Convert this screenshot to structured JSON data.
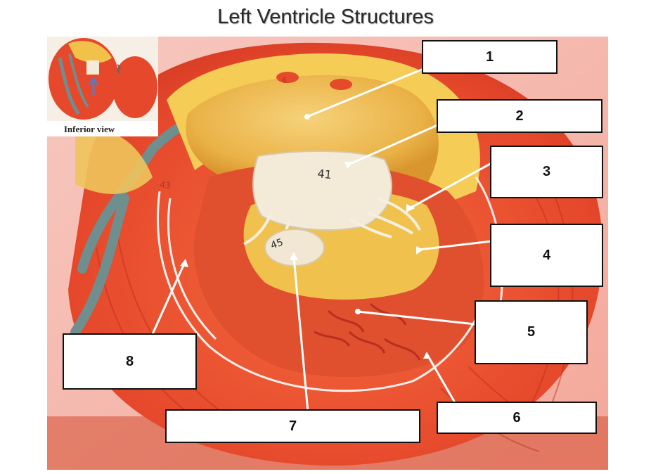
{
  "title": "Left Ventricle Structures",
  "inset": {
    "caption": "Inferior view"
  },
  "model_markings": [
    "41",
    "45",
    "43",
    "6"
  ],
  "labels": [
    "1",
    "2",
    "3",
    "4",
    "5",
    "6",
    "7",
    "8"
  ],
  "colors": {
    "myocardium": "#e8482a",
    "chamber_interior": "#f2c24a",
    "valve_cusp": "#f3ead8",
    "vessel": "#6f8f8f",
    "leader_line": "#ffffff"
  }
}
